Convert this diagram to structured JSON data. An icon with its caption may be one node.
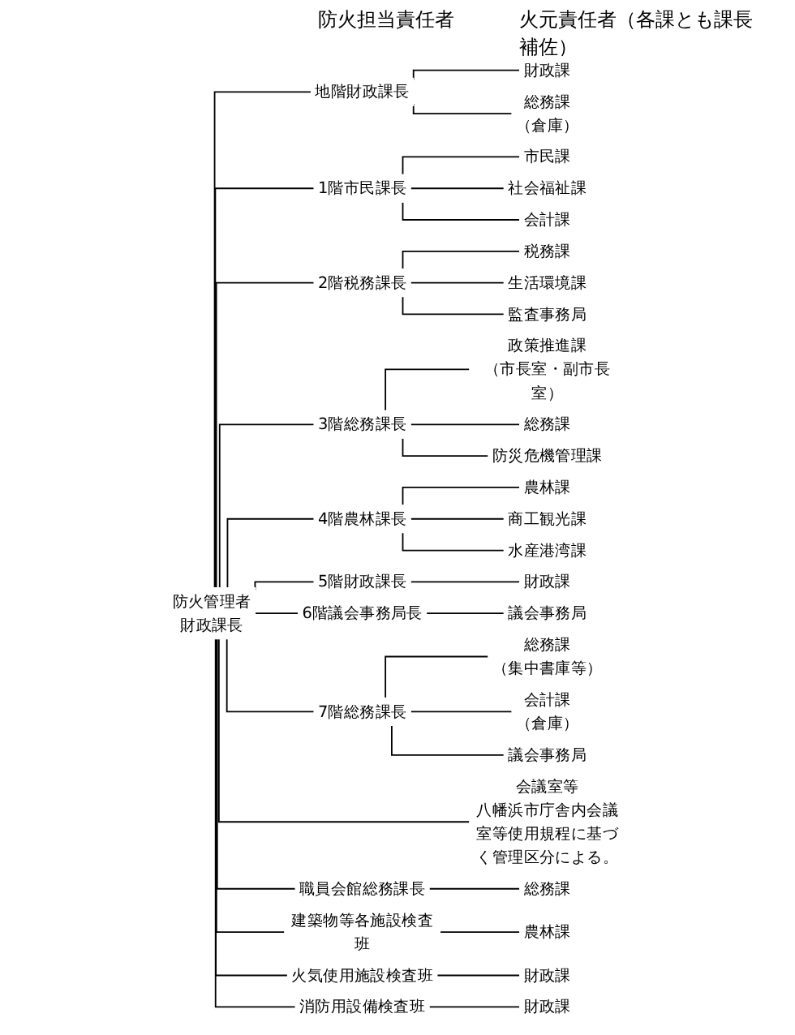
{
  "diagram": {
    "nodes": [
      {
        "text": [
          "防火管理者",
          "財政課長"
        ]
      },
      {
        "text": [
          "地階財政課長"
        ]
      },
      {
        "text": [
          "財政課"
        ]
      },
      {
        "text": [
          "総務課",
          "（倉庫）"
        ]
      },
      {
        "text": [
          "1階市民課長"
        ]
      },
      {
        "text": [
          "市民課"
        ]
      },
      {
        "text": [
          "社会福祉課"
        ]
      },
      {
        "text": [
          "会計課"
        ]
      },
      {
        "text": [
          "2階税務課長"
        ]
      },
      {
        "text": [
          "税務課"
        ]
      },
      {
        "text": [
          "生活環境課"
        ]
      },
      {
        "text": [
          "監査事務局"
        ]
      },
      {
        "text": [
          "3階総務課長"
        ]
      },
      {
        "text": [
          "政策推進課",
          "（市長室・副市長室）"
        ]
      },
      {
        "text": [
          "総務課"
        ]
      },
      {
        "text": [
          "防災危機管理課"
        ]
      },
      {
        "text": [
          "4階農林課長"
        ]
      },
      {
        "text": [
          "農林課"
        ]
      },
      {
        "text": [
          "商工観光課"
        ]
      },
      {
        "text": [
          "水産港湾課"
        ]
      },
      {
        "text": [
          "5階財政課長"
        ]
      },
      {
        "text": [
          "財政課"
        ]
      },
      {
        "text": [
          "6階議会事務局長"
        ]
      },
      {
        "text": [
          "議会事務局"
        ]
      },
      {
        "text": [
          "7階総務課長"
        ]
      },
      {
        "text": [
          "総務課",
          "（集中書庫等）"
        ]
      },
      {
        "text": [
          "会計課",
          "（倉庫）"
        ]
      },
      {
        "text": [
          "議会事務局"
        ]
      },
      {
        "text": [
          "会議室等",
          "八幡浜市庁舎内会議室等使用規程に基づく管理区分による。"
        ]
      },
      {
        "text": [
          "職員会館総務課長"
        ]
      },
      {
        "text": [
          "総務課"
        ]
      },
      {
        "text": [
          "建築物等各施設検査班"
        ]
      },
      {
        "text": [
          "農林課"
        ]
      },
      {
        "text": [
          "火気使用施設検査班"
        ]
      },
      {
        "text": [
          "財政課"
        ]
      },
      {
        "text": [
          "消防用設備検査班"
        ]
      },
      {
        "text": [
          "財政課"
        ]
      }
    ],
    "edges": [
      {
        "from": 0,
        "to": 1,
        "arrow": "none"
      },
      {
        "from": 1,
        "to": 2,
        "arrow": "none"
      },
      {
        "from": 1,
        "to": 3,
        "arrow": "none"
      },
      {
        "from": 0,
        "to": 4,
        "arrow": "none"
      },
      {
        "from": 4,
        "to": 5,
        "arrow": "none"
      },
      {
        "from": 4,
        "to": 6,
        "arrow": "none"
      },
      {
        "from": 4,
        "to": 7,
        "arrow": "none"
      },
      {
        "from": 0,
        "to": 8,
        "arrow": "none"
      },
      {
        "from": 8,
        "to": 9,
        "arrow": "none"
      },
      {
        "from": 8,
        "to": 10,
        "arrow": "none"
      },
      {
        "from": 8,
        "to": 11,
        "arrow": "none"
      },
      {
        "from": 0,
        "to": 12,
        "arrow": "none"
      },
      {
        "from": 12,
        "to": 13,
        "arrow": "none"
      },
      {
        "from": 12,
        "to": 14,
        "arrow": "none"
      },
      {
        "from": 12,
        "to": 15,
        "arrow": "none"
      },
      {
        "from": 0,
        "to": 16,
        "arrow": "none"
      },
      {
        "from": 16,
        "to": 17,
        "arrow": "none"
      },
      {
        "from": 16,
        "to": 18,
        "arrow": "none"
      },
      {
        "from": 16,
        "to": 19,
        "arrow": "none"
      },
      {
        "from": 0,
        "to": 20,
        "arrow": "none"
      },
      {
        "from": 20,
        "to": 21,
        "arrow": "none"
      },
      {
        "from": 0,
        "to": 22,
        "arrow": "none"
      },
      {
        "from": 22,
        "to": 23,
        "arrow": "none"
      },
      {
        "from": 0,
        "to": 24,
        "arrow": "none"
      },
      {
        "from": 24,
        "to": 25,
        "arrow": "none"
      },
      {
        "from": 24,
        "to": 26,
        "arrow": "none"
      },
      {
        "from": 24,
        "to": 27,
        "arrow": "none"
      },
      {
        "from": 0,
        "to": 28,
        "arrow": "none"
      },
      {
        "from": 0,
        "to": 29,
        "arrow": "none"
      },
      {
        "from": 29,
        "to": 30,
        "arrow": "none"
      },
      {
        "from": 0,
        "to": 31,
        "arrow": "none"
      },
      {
        "from": 31,
        "to": 32,
        "arrow": "none"
      },
      {
        "from": 0,
        "to": 33,
        "arrow": "none"
      },
      {
        "from": 33,
        "to": 34,
        "arrow": "none"
      },
      {
        "from": 0,
        "to": 35,
        "arrow": "none"
      },
      {
        "from": 35,
        "to": 36,
        "arrow": "none"
      }
    ],
    "labels": [
      "防火担当責任者",
      "火元責任者（各課とも課長補佐）"
    ]
  }
}
